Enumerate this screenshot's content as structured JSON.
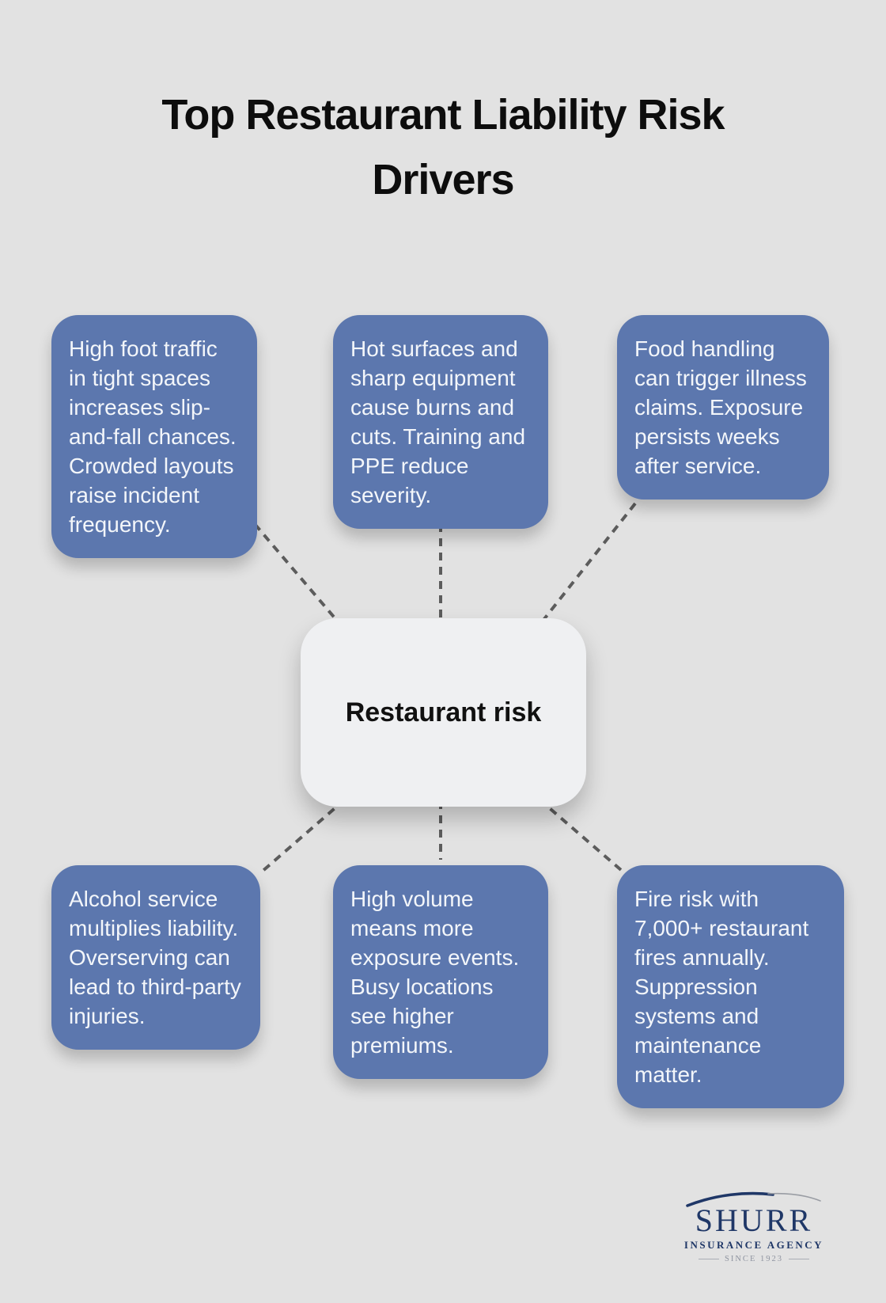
{
  "title": {
    "line1": "Top Restaurant Liability Risk",
    "line2": "Drivers"
  },
  "center_node": {
    "label": "Restaurant risk"
  },
  "risk_nodes": [
    {
      "text": "High foot traffic in tight spaces increases slip-and-fall chances. Crowded layouts raise incident frequency."
    },
    {
      "text": "Hot surfaces and sharp equipment cause burns and cuts. Training and PPE reduce severity."
    },
    {
      "text": "Food handling can trigger illness claims. Exposure persists weeks after service."
    },
    {
      "text": "Alcohol service multiplies liability. Overserving can lead to third-party injuries."
    },
    {
      "text": "High volume means more exposure events. Busy locations see higher premiums."
    },
    {
      "text": "Fire risk with 7,000+ restaurant fires annually. Suppression systems and maintenance matter."
    }
  ],
  "logo": {
    "name": "SHURR",
    "tagline": "INSURANCE AGENCY",
    "since": "SINCE 1923"
  },
  "colors": {
    "background": "#e2e2e2",
    "node_fill": "#5c77ae",
    "node_text": "#f3f6fa",
    "center_fill": "#eff0f2",
    "center_text": "#111111",
    "connector": "#5c5c5c",
    "title_text": "#0d0d0d",
    "logo_navy": "#1f3767",
    "logo_since_gray": "#8f94a0"
  }
}
